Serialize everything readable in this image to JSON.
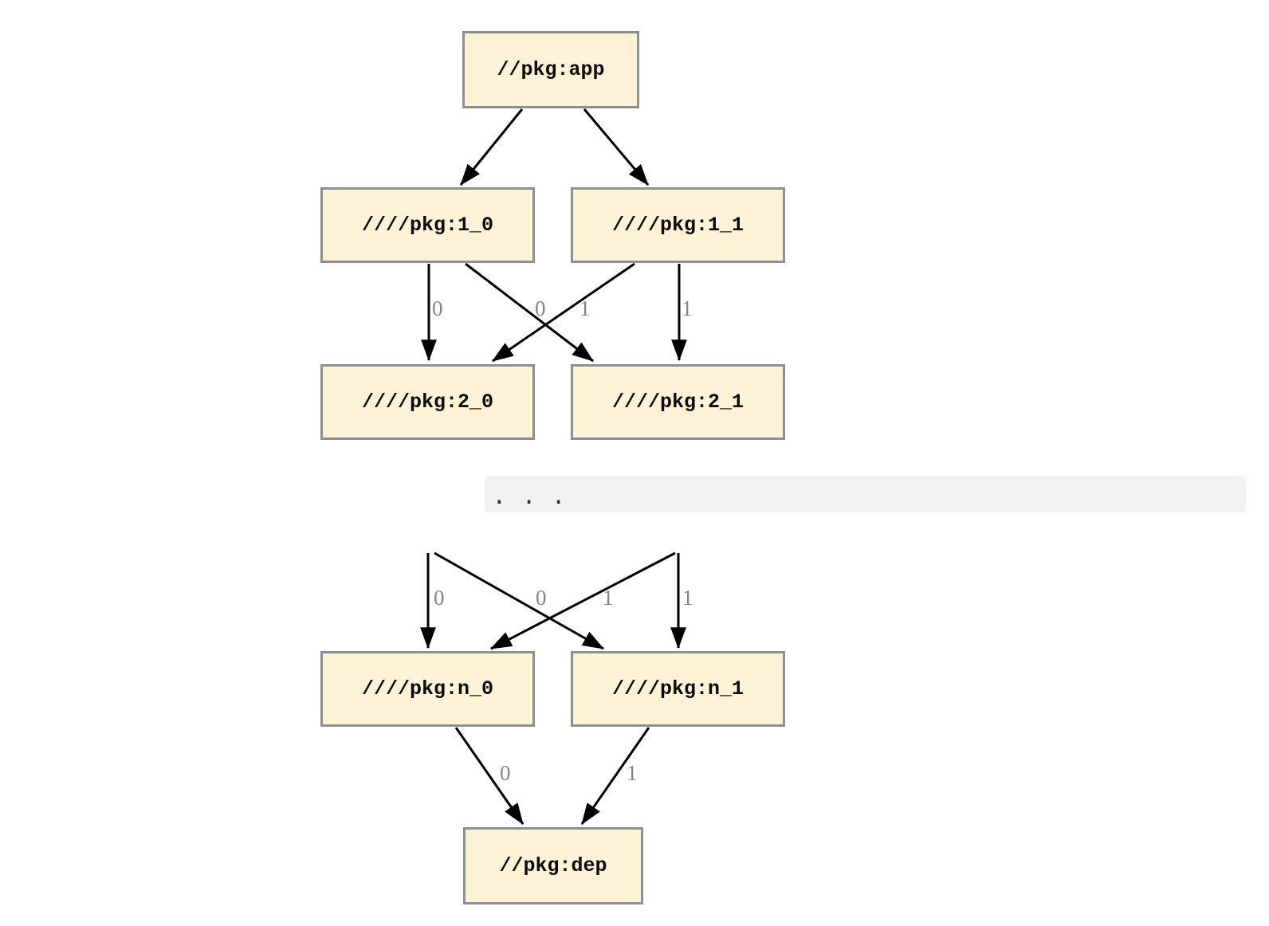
{
  "diagram": {
    "type": "dependency-graph",
    "colors": {
      "node_fill": "#fcf3d7",
      "node_border": "#8b9193",
      "edge_stroke": "#000000",
      "edge_label": "#848484",
      "ellipsis_band_bg": "#f1f1f1",
      "background": "#ffffff"
    }
  },
  "nodes": [
    {
      "id": "app",
      "label": "//pkg:app"
    },
    {
      "id": "p1_0",
      "label": "////pkg:1_0"
    },
    {
      "id": "p1_1",
      "label": "////pkg:1_1"
    },
    {
      "id": "p2_0",
      "label": "////pkg:2_0"
    },
    {
      "id": "p2_1",
      "label": "////pkg:2_1"
    },
    {
      "id": "pn_0",
      "label": "////pkg:n_0"
    },
    {
      "id": "pn_1",
      "label": "////pkg:n_1"
    },
    {
      "id": "dep",
      "label": "//pkg:dep"
    }
  ],
  "ellipsis": {
    "label": ". . ."
  },
  "edges": [
    {
      "from": "app",
      "to": "p1_0",
      "label": ""
    },
    {
      "from": "app",
      "to": "p1_1",
      "label": ""
    },
    {
      "from": "p1_0",
      "to": "p2_0",
      "label": "0"
    },
    {
      "from": "p1_0",
      "to": "p2_1",
      "label": "0"
    },
    {
      "from": "p1_1",
      "to": "p2_0",
      "label": "1"
    },
    {
      "from": "p1_1",
      "to": "p2_1",
      "label": "1"
    },
    {
      "from": "...",
      "to": "pn_0",
      "label": "0"
    },
    {
      "from": "...",
      "to": "pn_1",
      "label": "0"
    },
    {
      "from": "...",
      "to": "pn_0",
      "label": "1"
    },
    {
      "from": "...",
      "to": "pn_1",
      "label": "1"
    },
    {
      "from": "pn_0",
      "to": "dep",
      "label": "0"
    },
    {
      "from": "pn_1",
      "to": "dep",
      "label": "1"
    }
  ]
}
